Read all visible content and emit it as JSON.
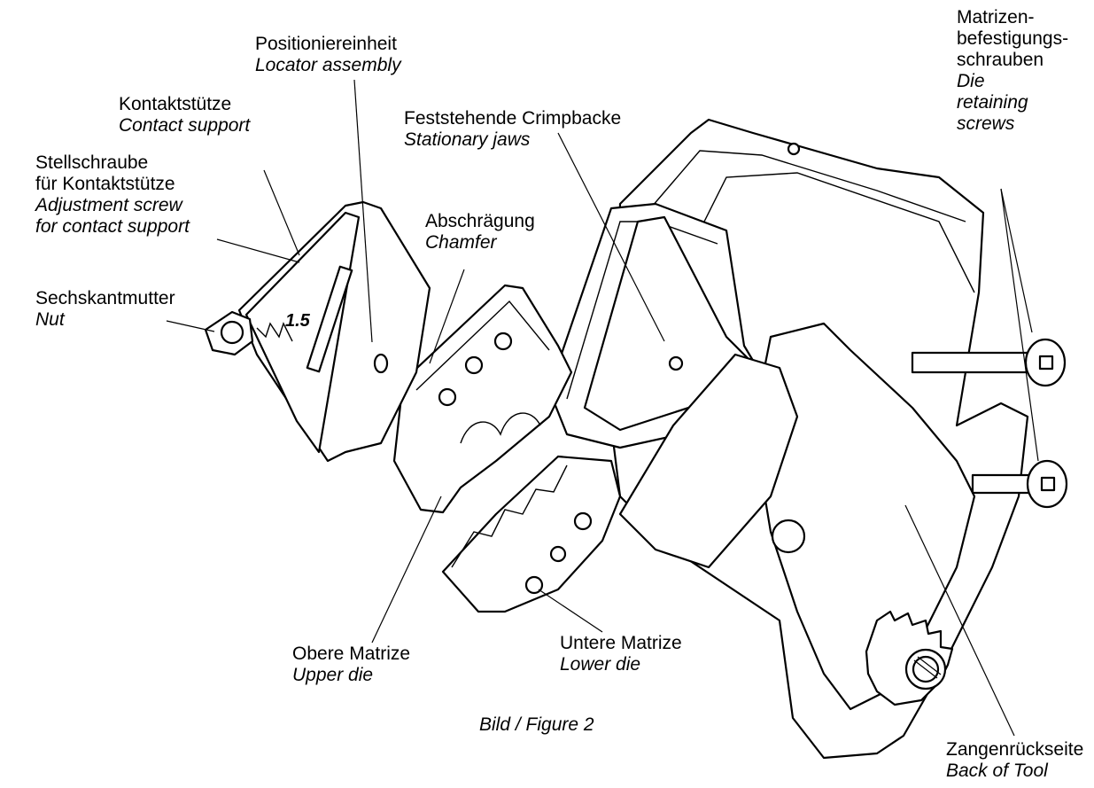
{
  "labels": {
    "locator": {
      "de": "Positioniereinheit",
      "en": "Locator assembly"
    },
    "contact_support": {
      "de": "Kontaktstütze",
      "en": "Contact support"
    },
    "adjust_screw": {
      "de1": "Stellschraube",
      "de2": "für Kontaktstütze",
      "en1": "Adjustment  screw",
      "en2": "for contact support"
    },
    "nut": {
      "de": "Sechskantmutter",
      "en": "Nut"
    },
    "chamfer": {
      "de": "Abschrägung",
      "en": "Chamfer"
    },
    "stationary_jaws": {
      "de": "Feststehende Crimpbacke",
      "en": "Stationary jaws"
    },
    "retaining_screws": {
      "de1": "Matrizen-",
      "de2": "befestigungs-",
      "de3": "schrauben",
      "en1": "Die",
      "en2": "retaining",
      "en3": "screws"
    },
    "upper_die": {
      "de": "Obere Matrize",
      "en": "Upper die"
    },
    "lower_die": {
      "de": "Untere Matrize",
      "en": "Lower die"
    },
    "back_of_tool": {
      "de": "Zangenrückseite",
      "en": "Back of Tool"
    }
  },
  "locator_marking": "1.5",
  "caption": "Bild / Figure 2"
}
